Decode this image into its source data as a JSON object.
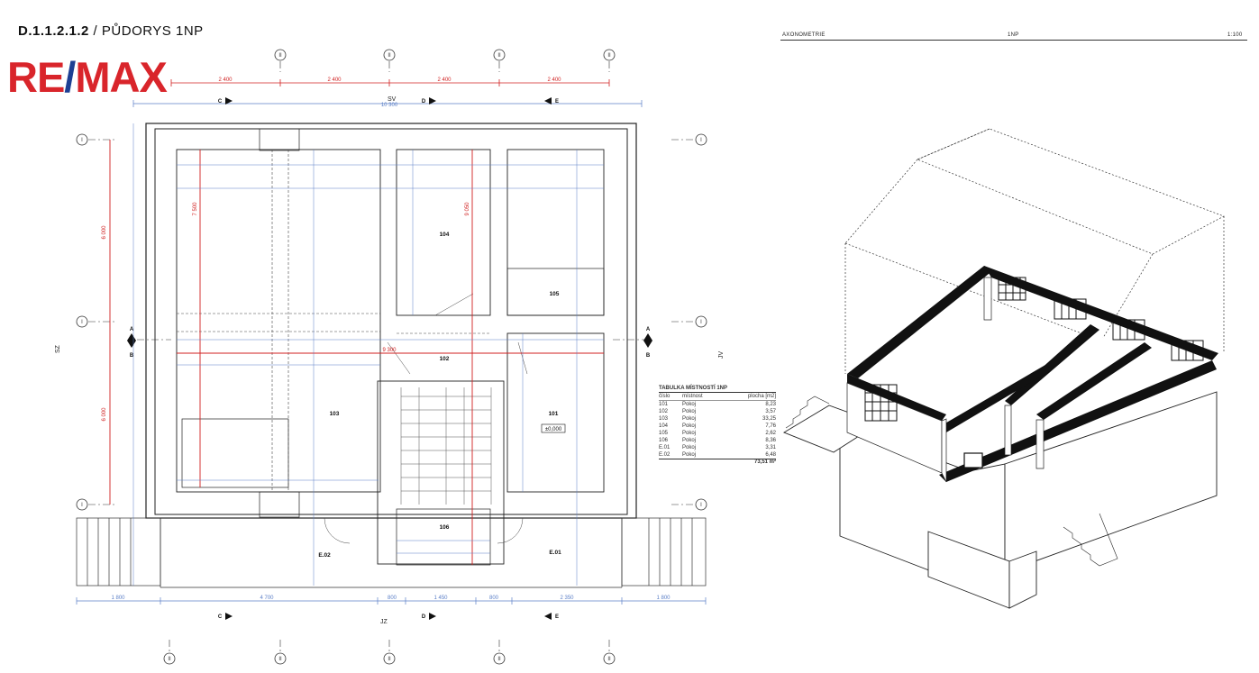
{
  "header": {
    "code": "D.1.1.2.1.2",
    "separator": " / ",
    "title": "PŮDORYS 1NP"
  },
  "logo": {
    "text": "RE/MAX",
    "brand_red": "#d9252b",
    "brand_blue": "#1d3f93"
  },
  "axonometry": {
    "label": "AXONOMETRIE",
    "floor": "1NP",
    "scale": "1:100"
  },
  "plan": {
    "grid_marker": "II",
    "row_marker": "I",
    "top_dims": [
      "2 400",
      "2 400",
      "2 400",
      "2 400"
    ],
    "overall_width": "10 300",
    "bottom_dims": [
      "1 800",
      "4 700",
      "800",
      "1 450",
      "800",
      "2 350",
      "1 800"
    ],
    "left_dims": [
      "6 000",
      "6 000"
    ],
    "rooms": [
      {
        "id": "101",
        "elev": "±0,000"
      },
      {
        "id": "102"
      },
      {
        "id": "103"
      },
      {
        "id": "104"
      },
      {
        "id": "105"
      },
      {
        "id": "106"
      },
      {
        "id": "E.01"
      },
      {
        "id": "E.02"
      }
    ],
    "section_labels": [
      "C",
      "D",
      "E",
      "A",
      "B"
    ],
    "orientation": {
      "top": "SV",
      "bottom": "JZ",
      "left": "SZ",
      "right": "JV"
    },
    "red_dims": {
      "h1": "9 300",
      "v1": "7 500",
      "v2": "9 050"
    }
  },
  "room_table": {
    "title": "TABULKA MÍSTNOSTÍ 1NP",
    "columns": [
      "číslo",
      "místnost",
      "plocha [m2]"
    ],
    "rows": [
      [
        "101",
        "Pokoj",
        "8,23"
      ],
      [
        "102",
        "Pokoj",
        "3,57"
      ],
      [
        "103",
        "Pokoj",
        "33,25"
      ],
      [
        "104",
        "Pokoj",
        "7,76"
      ],
      [
        "105",
        "Pokoj",
        "2,62"
      ],
      [
        "106",
        "Pokoj",
        "8,36"
      ],
      [
        "E.01",
        "Pokoj",
        "3,31"
      ],
      [
        "E.02",
        "Pokoj",
        "6,48"
      ]
    ],
    "total": "73,51 m²"
  },
  "colors": {
    "dim_blue": "#5b7fc7",
    "dim_red": "#d02020",
    "wall": "#222222"
  }
}
